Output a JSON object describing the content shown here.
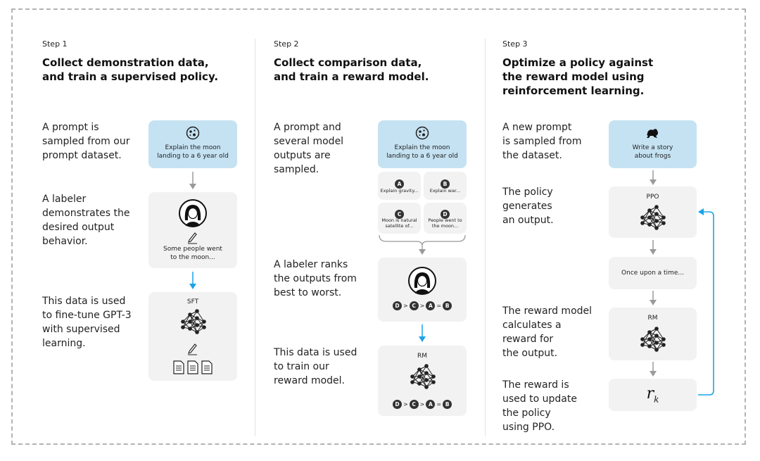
{
  "steps": [
    {
      "label": "Step 1",
      "title_lines": [
        "Collect demonstration data,",
        "and train a supervised policy."
      ],
      "descriptions": [
        [
          "A prompt is",
          "sampled from our",
          "prompt dataset."
        ],
        [
          "A labeler",
          "demonstrates the",
          "desired output",
          "behavior."
        ],
        [
          "This data is used",
          "to fine-tune GPT-3",
          "with supervised",
          "learning."
        ]
      ],
      "prompt_lines": [
        "Explain the moon",
        "landing to a 6 year old"
      ],
      "demo_lines": [
        "Some people went",
        "to the moon..."
      ],
      "model_label": "SFT"
    },
    {
      "label": "Step 2",
      "title_lines": [
        "Collect comparison data,",
        "and train a reward model."
      ],
      "descriptions": [
        [
          "A prompt and",
          "several model",
          "outputs are",
          "sampled."
        ],
        [
          "A labeler ranks",
          "the outputs from",
          "best to worst."
        ],
        [
          "This data is used",
          "to train our",
          "reward model."
        ]
      ],
      "prompt_lines": [
        "Explain the moon",
        "landing to a 6 year old"
      ],
      "outputs": [
        {
          "letter": "A",
          "lines": [
            "Explain gravity..."
          ]
        },
        {
          "letter": "B",
          "lines": [
            "Explain war..."
          ]
        },
        {
          "letter": "C",
          "lines": [
            "Moon is natural",
            "satellite of..."
          ]
        },
        {
          "letter": "D",
          "lines": [
            "People went to",
            "the moon..."
          ]
        }
      ],
      "ranking": {
        "items": [
          "D",
          "C",
          "A",
          "B"
        ],
        "ops": [
          ">",
          ">",
          "="
        ]
      },
      "model_label": "RM"
    },
    {
      "label": "Step 3",
      "title_lines": [
        "Optimize a policy against",
        "the reward model using",
        "reinforcement learning."
      ],
      "descriptions": [
        [
          "A new prompt",
          "is sampled from",
          "the dataset."
        ],
        [
          "The policy",
          "generates",
          "an output."
        ],
        [
          "The reward model",
          "calculates a",
          "reward for",
          "the output."
        ],
        [
          "The reward is",
          "used to update",
          "the policy",
          "using PPO."
        ]
      ],
      "prompt_lines": [
        "Write a story",
        "about frogs"
      ],
      "policy_label": "PPO",
      "output_text": "Once upon a time...",
      "rm_label": "RM",
      "reward_symbol": "r",
      "reward_subscript": "k"
    }
  ],
  "icons": [
    "moon-icon",
    "labeler-icon",
    "pencil-icon",
    "document-icon",
    "neural-net-icon",
    "frog-icon"
  ],
  "colors": {
    "blue_box": "#c5e2f2",
    "gray_box": "#f2f2f2",
    "accent_arrow": "#1aa3e8",
    "gray_arrow": "#9a9a9a"
  }
}
